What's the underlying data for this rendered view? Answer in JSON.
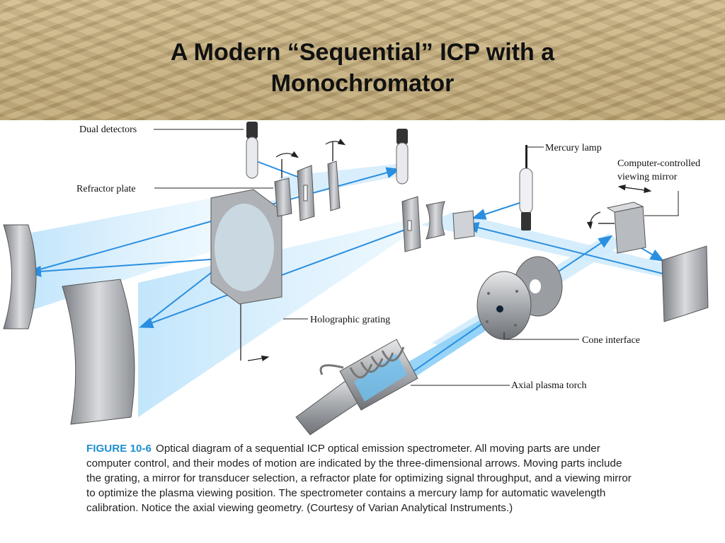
{
  "slide": {
    "title_line1": "A Modern “Sequential” ICP with a",
    "title_line2": "Monochromator"
  },
  "labels": {
    "dual_detectors": "Dual detectors",
    "refractor_plate": "Refractor plate",
    "mercury_lamp": "Mercury lamp",
    "viewing_mirror_line1": "Computer-controlled",
    "viewing_mirror_line2": "viewing mirror",
    "holographic_grating": "Holographic grating",
    "cone_interface": "Cone interface",
    "axial_plasma_torch": "Axial plasma torch"
  },
  "caption": {
    "figure_label": "FIGURE 10-6",
    "text": "Optical diagram of a sequential ICP optical emission spectrometer. All moving parts are under computer control, and their modes of motion are indicated by the three-dimensional arrows. Moving parts include the grating, a mirror for transducer selection, a refractor plate for optimizing signal throughput, and a viewing mirror to optimize the plasma viewing position. The spectrometer contains a mercury lamp for automatic wavelength calibration. Notice the axial viewing geometry. (Courtesy of Varian Analytical Instruments.)"
  },
  "colors": {
    "beam": "#2a8fe0",
    "beam_fill": "#bfe4fb",
    "caption_accent": "#1f8fd0",
    "header_sand": "#c2ad7e"
  }
}
